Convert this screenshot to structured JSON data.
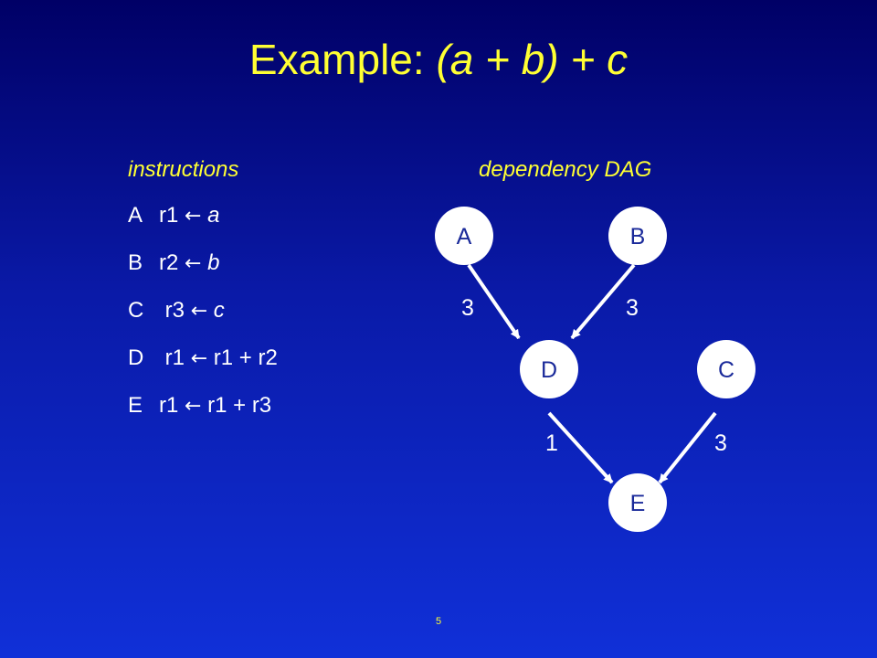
{
  "title": {
    "main": "Example: ",
    "expr": "(a + b) + c"
  },
  "instructions": {
    "heading": "instructions",
    "rows": [
      {
        "label": "A",
        "dest": "r1",
        "arrow": "←",
        "src": "a",
        "src_italic": true
      },
      {
        "label": "B",
        "dest": "r2",
        "arrow": "←",
        "src": "b",
        "src_italic": true
      },
      {
        "label": "C",
        "dest": "r3",
        "arrow": "←",
        "src": "c",
        "src_italic": true
      },
      {
        "label": "D",
        "dest": "r1",
        "arrow": "←",
        "src": "r1 + r2",
        "src_italic": false
      },
      {
        "label": "E",
        "dest": "r1",
        "arrow": "←",
        "src": "r1 + r3",
        "src_italic": false
      }
    ]
  },
  "dag": {
    "heading": "dependency DAG",
    "nodes": [
      "A",
      "B",
      "D",
      "C",
      "E"
    ],
    "edges": [
      {
        "from": "A",
        "to": "D",
        "weight": "3"
      },
      {
        "from": "B",
        "to": "D",
        "weight": "3"
      },
      {
        "from": "D",
        "to": "E",
        "weight": "1"
      },
      {
        "from": "C",
        "to": "E",
        "weight": "3"
      }
    ]
  },
  "footer": {
    "page_number": "5"
  }
}
